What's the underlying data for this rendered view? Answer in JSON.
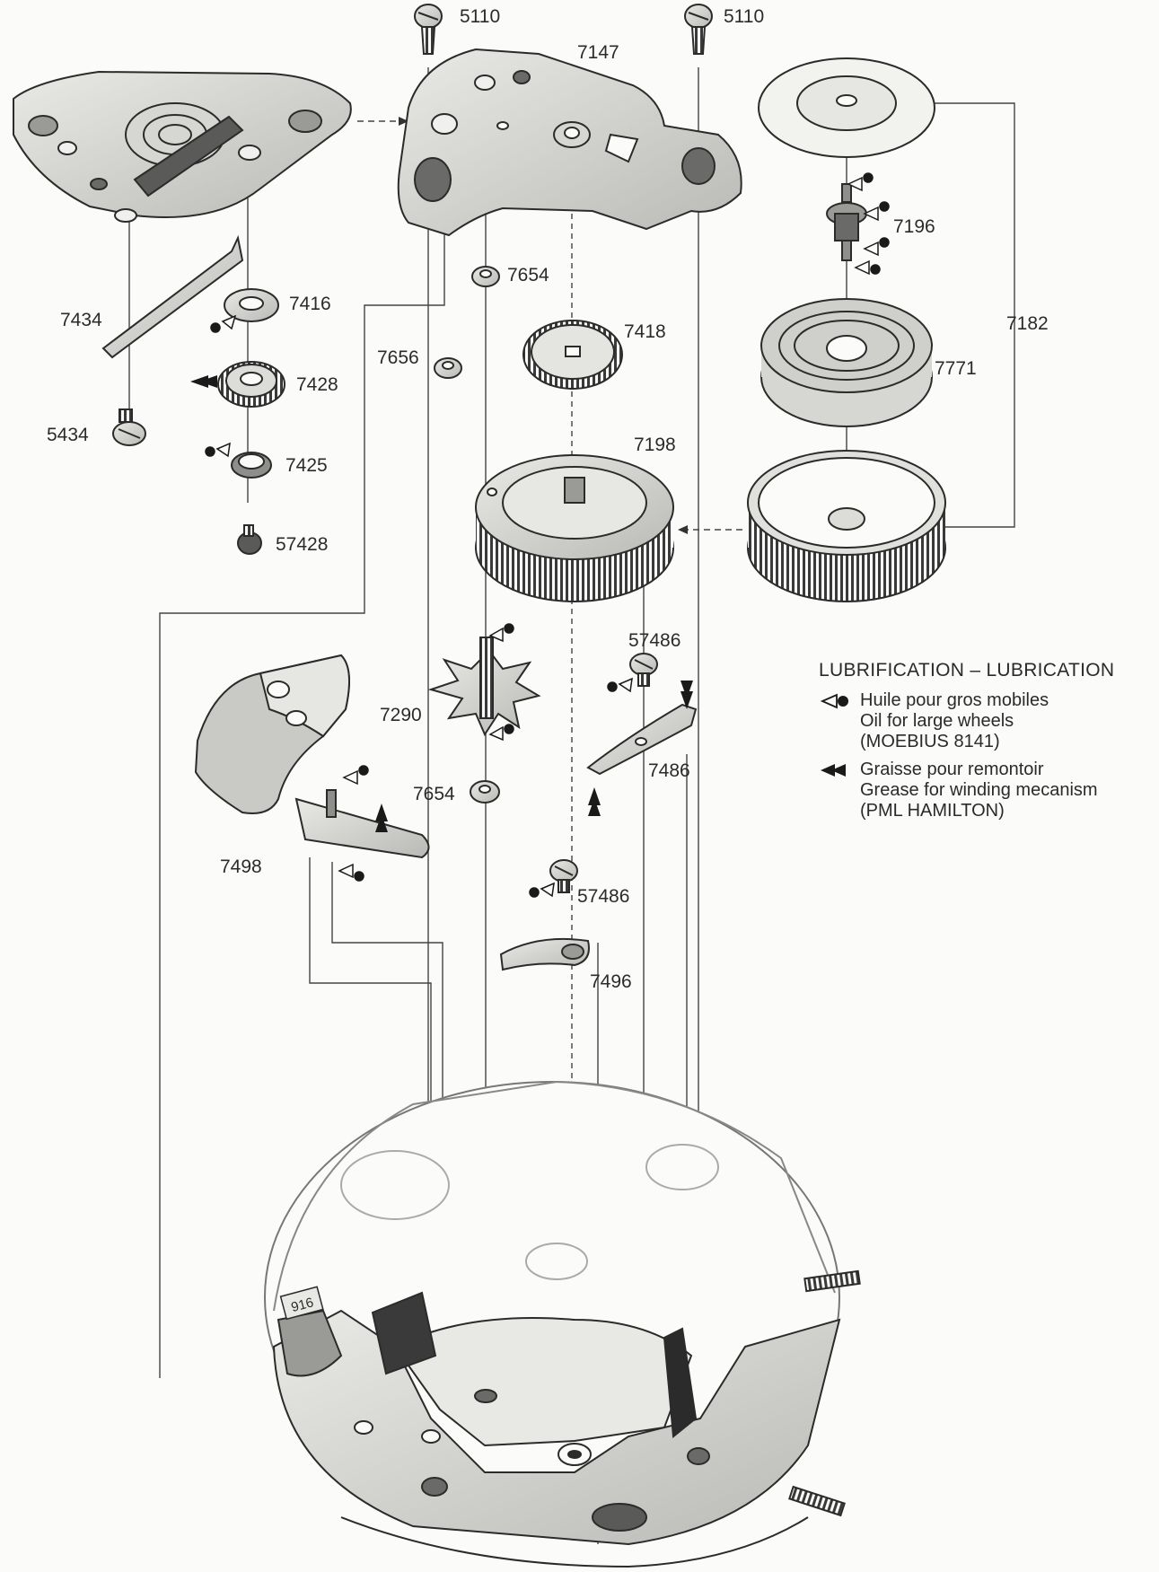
{
  "labels": {
    "p5110a": "5110",
    "p5110b": "5110",
    "p7147": "7147",
    "p7196": "7196",
    "p7182": "7182",
    "p7771": "7771",
    "p7654a": "7654",
    "p7418": "7418",
    "p7434": "7434",
    "p7416": "7416",
    "p7656": "7656",
    "p7428": "7428",
    "p5434": "5434",
    "p7425": "7425",
    "p57428": "57428",
    "p7198": "7198",
    "p57486a": "57486",
    "p7290": "7290",
    "p7486": "7486",
    "p7654b": "7654",
    "p7498": "7498",
    "p57486b": "57486",
    "p7496": "7496",
    "p916": "916"
  },
  "legend": {
    "title": "LUBRIFICATION – LUBRICATION",
    "oil": [
      "Huile pour gros mobiles",
      "Oil for large wheels",
      "(MOEBIUS 8141)"
    ],
    "grease": [
      "Graisse pour remontoir",
      "Grease for winding mecanism",
      "(PML HAMILTON)"
    ]
  },
  "colors": {
    "ink": "#2b2b2b",
    "paper": "#fbfbf9",
    "shade": "#c9c9c6",
    "shadeDark": "#8e8e8a"
  }
}
